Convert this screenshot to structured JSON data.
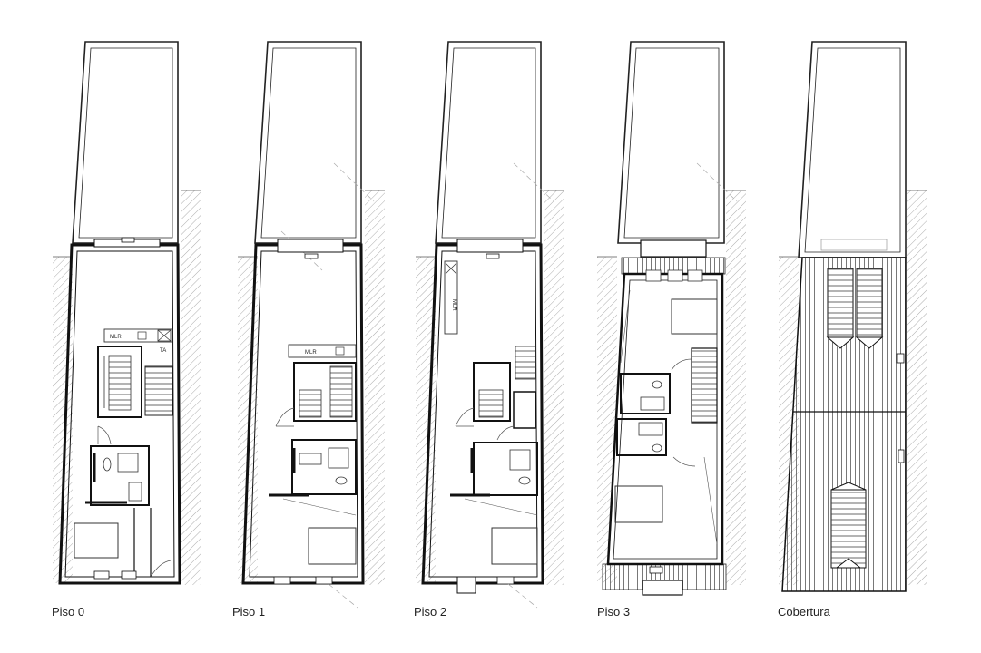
{
  "plans": [
    {
      "label": "Piso 0"
    },
    {
      "label": "Piso 1"
    },
    {
      "label": "Piso 2"
    },
    {
      "label": "Piso 3"
    },
    {
      "label": "Cobertura"
    }
  ],
  "annotations": {
    "mlr": "MLR",
    "ta": "TA"
  }
}
